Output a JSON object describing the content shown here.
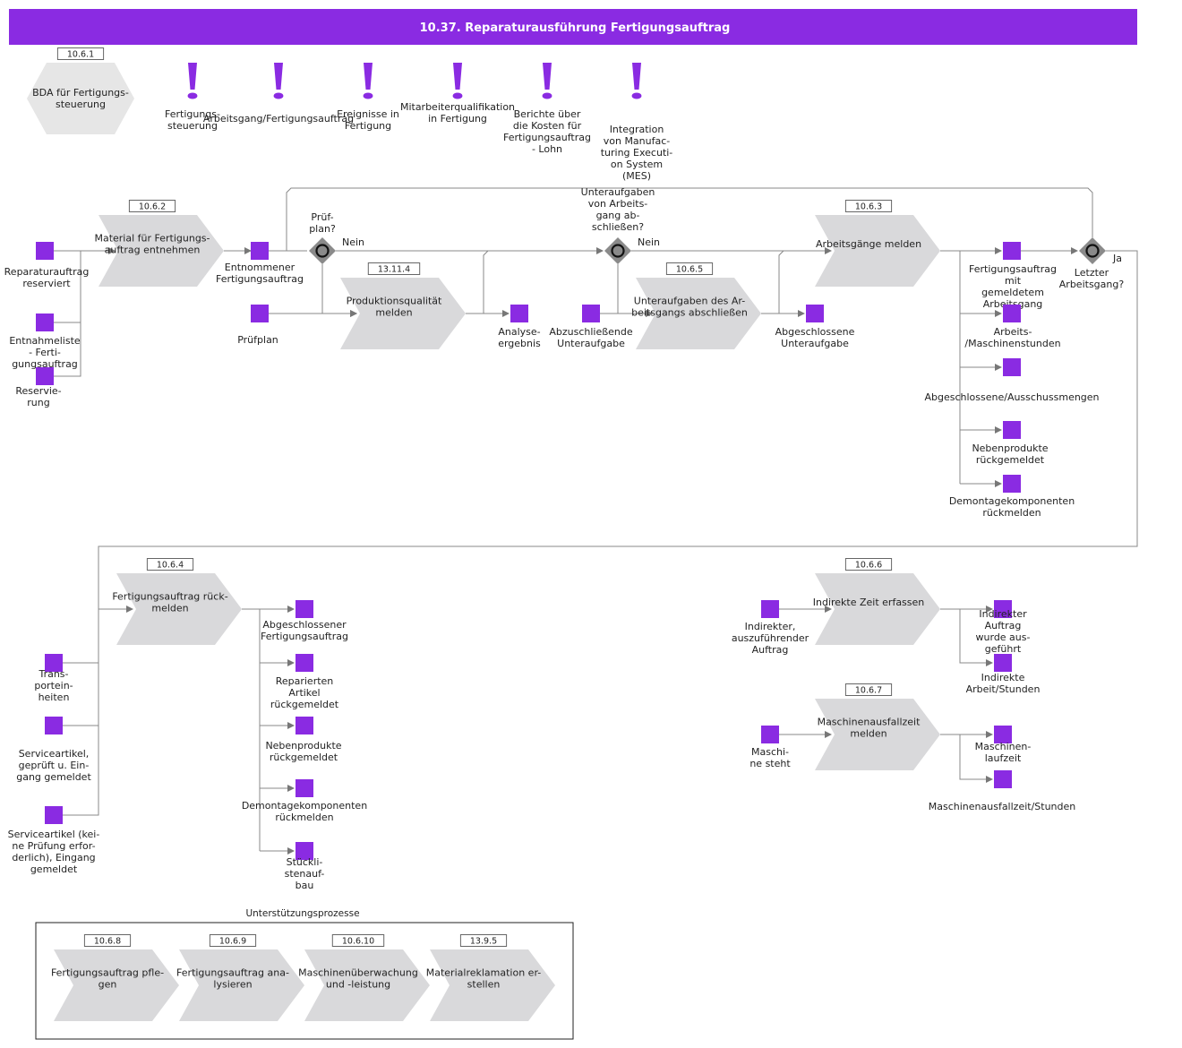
{
  "title": "10.37. Reparaturausführung Fertigungsauftrag",
  "colors": {
    "accent": "#8a2be2",
    "process": "#d9d9db",
    "gateway": "#8a8a8a",
    "line": "#888888"
  },
  "hexagon": {
    "tag": "10.6.1",
    "label": [
      "BDA für Fertigungs-",
      "steuerung"
    ]
  },
  "notes": [
    [
      "Fertigungs-",
      "steuerung"
    ],
    [
      "Arbeitsgang/Fertigungsauftrag"
    ],
    [
      "Ereignisse in",
      "Fertigung"
    ],
    [
      "Mitarbeiterqualifikation",
      "in Fertigung"
    ],
    [
      "Berichte       über",
      "die     Kosten   für",
      "Fertigungsauftrag",
      "- Lohn"
    ],
    [
      "Integration",
      "von Manufac-",
      "turing Executi-",
      "on System",
      "(MES)"
    ]
  ],
  "processes": [
    {
      "id": "p1",
      "tag": "10.6.2",
      "label": [
        "Material für Fertigungs-",
        "auftrag entnehmen"
      ]
    },
    {
      "id": "p2",
      "tag": "13.11.4",
      "label": [
        "Produktionsqualität",
        "melden"
      ]
    },
    {
      "id": "p3",
      "tag": "10.6.5",
      "label": [
        "Unteraufgaben des Ar-",
        "beitsgangs abschließen"
      ]
    },
    {
      "id": "p4",
      "tag": "10.6.3",
      "label": [
        "Arbeitsgänge melden"
      ]
    },
    {
      "id": "p5",
      "tag": "10.6.4",
      "label": [
        "Fertigungsauftrag rück-",
        "melden"
      ]
    },
    {
      "id": "p6",
      "tag": "10.6.6",
      "label": [
        "Indirekte Zeit erfassen"
      ]
    },
    {
      "id": "p7",
      "tag": "10.6.7",
      "label": [
        "Maschinenausfallzeit",
        "melden"
      ]
    }
  ],
  "gateways": [
    {
      "id": "g1",
      "label": [
        "Prüf-",
        "plan?"
      ],
      "branch": "Nein"
    },
    {
      "id": "g2",
      "label": [
        "Unteraufgaben",
        "von      Arbeits-",
        "gang       ab-",
        "schließen?"
      ],
      "branch": "Nein"
    },
    {
      "id": "g3",
      "label": [
        "Letzter",
        "Arbeitsgang?"
      ],
      "branch": "Ja"
    }
  ],
  "objects": [
    {
      "id": "o1",
      "label": [
        "Reparaturauftrag",
        "reserviert"
      ]
    },
    {
      "id": "o2",
      "label": [
        "Entnahmeliste",
        "-            Ferti-",
        "gungsauftrag"
      ]
    },
    {
      "id": "o3",
      "label": [
        "Reservie-",
        "rung"
      ]
    },
    {
      "id": "o4",
      "label": [
        "Entnommener",
        "Fertigungsauftrag"
      ]
    },
    {
      "id": "o5",
      "label": [
        "Prüfplan"
      ]
    },
    {
      "id": "o6",
      "label": [
        "Analyse-",
        "ergebnis"
      ]
    },
    {
      "id": "o7",
      "label": [
        "Abzuschließende",
        "Unteraufgabe"
      ]
    },
    {
      "id": "o8",
      "label": [
        "Abgeschlossene",
        "Unteraufgabe"
      ]
    },
    {
      "id": "o9",
      "label": [
        "Fertigungsauftrag",
        "mit",
        "gemeldetem",
        "Arbeitsgang"
      ]
    },
    {
      "id": "o10",
      "label": [
        "Arbeits-",
        "/Maschinenstunden"
      ]
    },
    {
      "id": "o11",
      "label": [
        "Abgeschlossene/Ausschussmengen"
      ]
    },
    {
      "id": "o12",
      "label": [
        "Nebenprodukte",
        "rückgemeldet"
      ]
    },
    {
      "id": "o13",
      "label": [
        "Demontagekomponenten",
        "rückmelden"
      ]
    },
    {
      "id": "o14",
      "label": [
        "Trans-",
        "portein-",
        "heiten"
      ]
    },
    {
      "id": "o15",
      "label": [
        "Serviceartikel,",
        "geprüft u. Ein-",
        "gang gemeldet"
      ]
    },
    {
      "id": "o16",
      "label": [
        "Serviceartikel (kei-",
        "ne Prüfung erfor-",
        "derlich), Eingang",
        "gemeldet"
      ]
    },
    {
      "id": "o17",
      "label": [
        "Abgeschlossener",
        "Fertigungsauftrag"
      ]
    },
    {
      "id": "o18",
      "label": [
        "Reparierten",
        "Artikel",
        "rückgemeldet"
      ]
    },
    {
      "id": "o19",
      "label": [
        "Nebenprodukte",
        "rückgemeldet"
      ]
    },
    {
      "id": "o20",
      "label": [
        "Demontagekomponenten",
        "rückmelden"
      ]
    },
    {
      "id": "o21",
      "label": [
        "Stückli-",
        "stenauf-",
        "bau"
      ]
    },
    {
      "id": "o22",
      "label": [
        "Indirekter,",
        "auszuführender",
        "Auftrag"
      ]
    },
    {
      "id": "o23",
      "label": [
        "Indirekter",
        "Auftrag",
        "wurde aus-",
        "geführt"
      ]
    },
    {
      "id": "o24",
      "label": [
        "Indirekte",
        "Arbeit/Stunden"
      ]
    },
    {
      "id": "o25",
      "label": [
        "Maschi-",
        "ne steht"
      ]
    },
    {
      "id": "o26",
      "label": [
        "Maschinen-",
        "laufzeit"
      ]
    },
    {
      "id": "o27",
      "label": [
        "Maschinenausfallzeit/Stunden"
      ]
    }
  ],
  "support": {
    "title": "Unterstützungsprozesse",
    "processes": [
      {
        "tag": "10.6.8",
        "label": [
          "Fertigungsauftrag pfle-",
          "gen"
        ]
      },
      {
        "tag": "10.6.9",
        "label": [
          "Fertigungsauftrag ana-",
          "lysieren"
        ]
      },
      {
        "tag": "10.6.10",
        "label": [
          "Maschinenüberwachung",
          "und -leistung"
        ]
      },
      {
        "tag": "13.9.5",
        "label": [
          "Materialreklamation er-",
          "stellen"
        ]
      }
    ]
  }
}
